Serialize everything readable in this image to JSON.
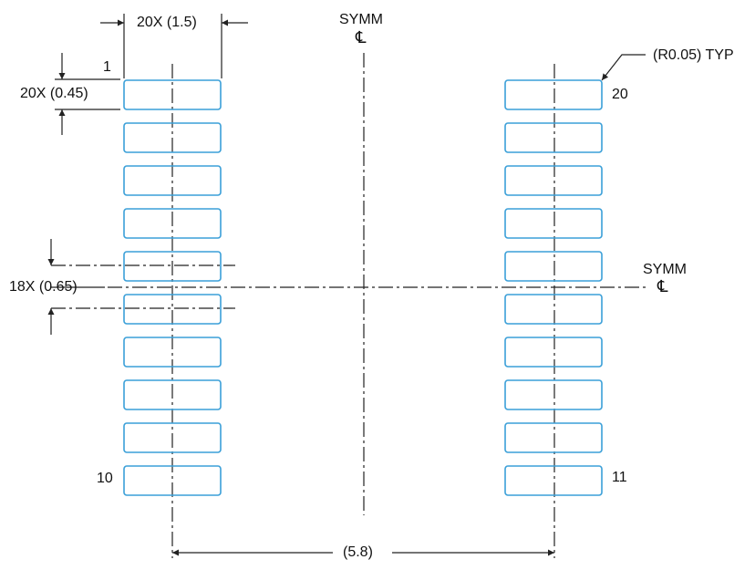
{
  "labels": {
    "pad_width": "20X (1.5)",
    "pad_height": "20X (0.45)",
    "pitch": "18X (0.65)",
    "span": "(5.8)",
    "radius": "(R0.05) TYP",
    "symm_top": "SYMM",
    "symm_right": "SYMM",
    "centerline_glyph": "℄",
    "pin_1": "1",
    "pin_10": "10",
    "pin_11": "11",
    "pin_20": "20"
  },
  "pads": {
    "per_side": 10,
    "sides": [
      "left",
      "right"
    ]
  },
  "colors": {
    "pad_stroke": "#3a9fd8",
    "line": "#222222"
  }
}
